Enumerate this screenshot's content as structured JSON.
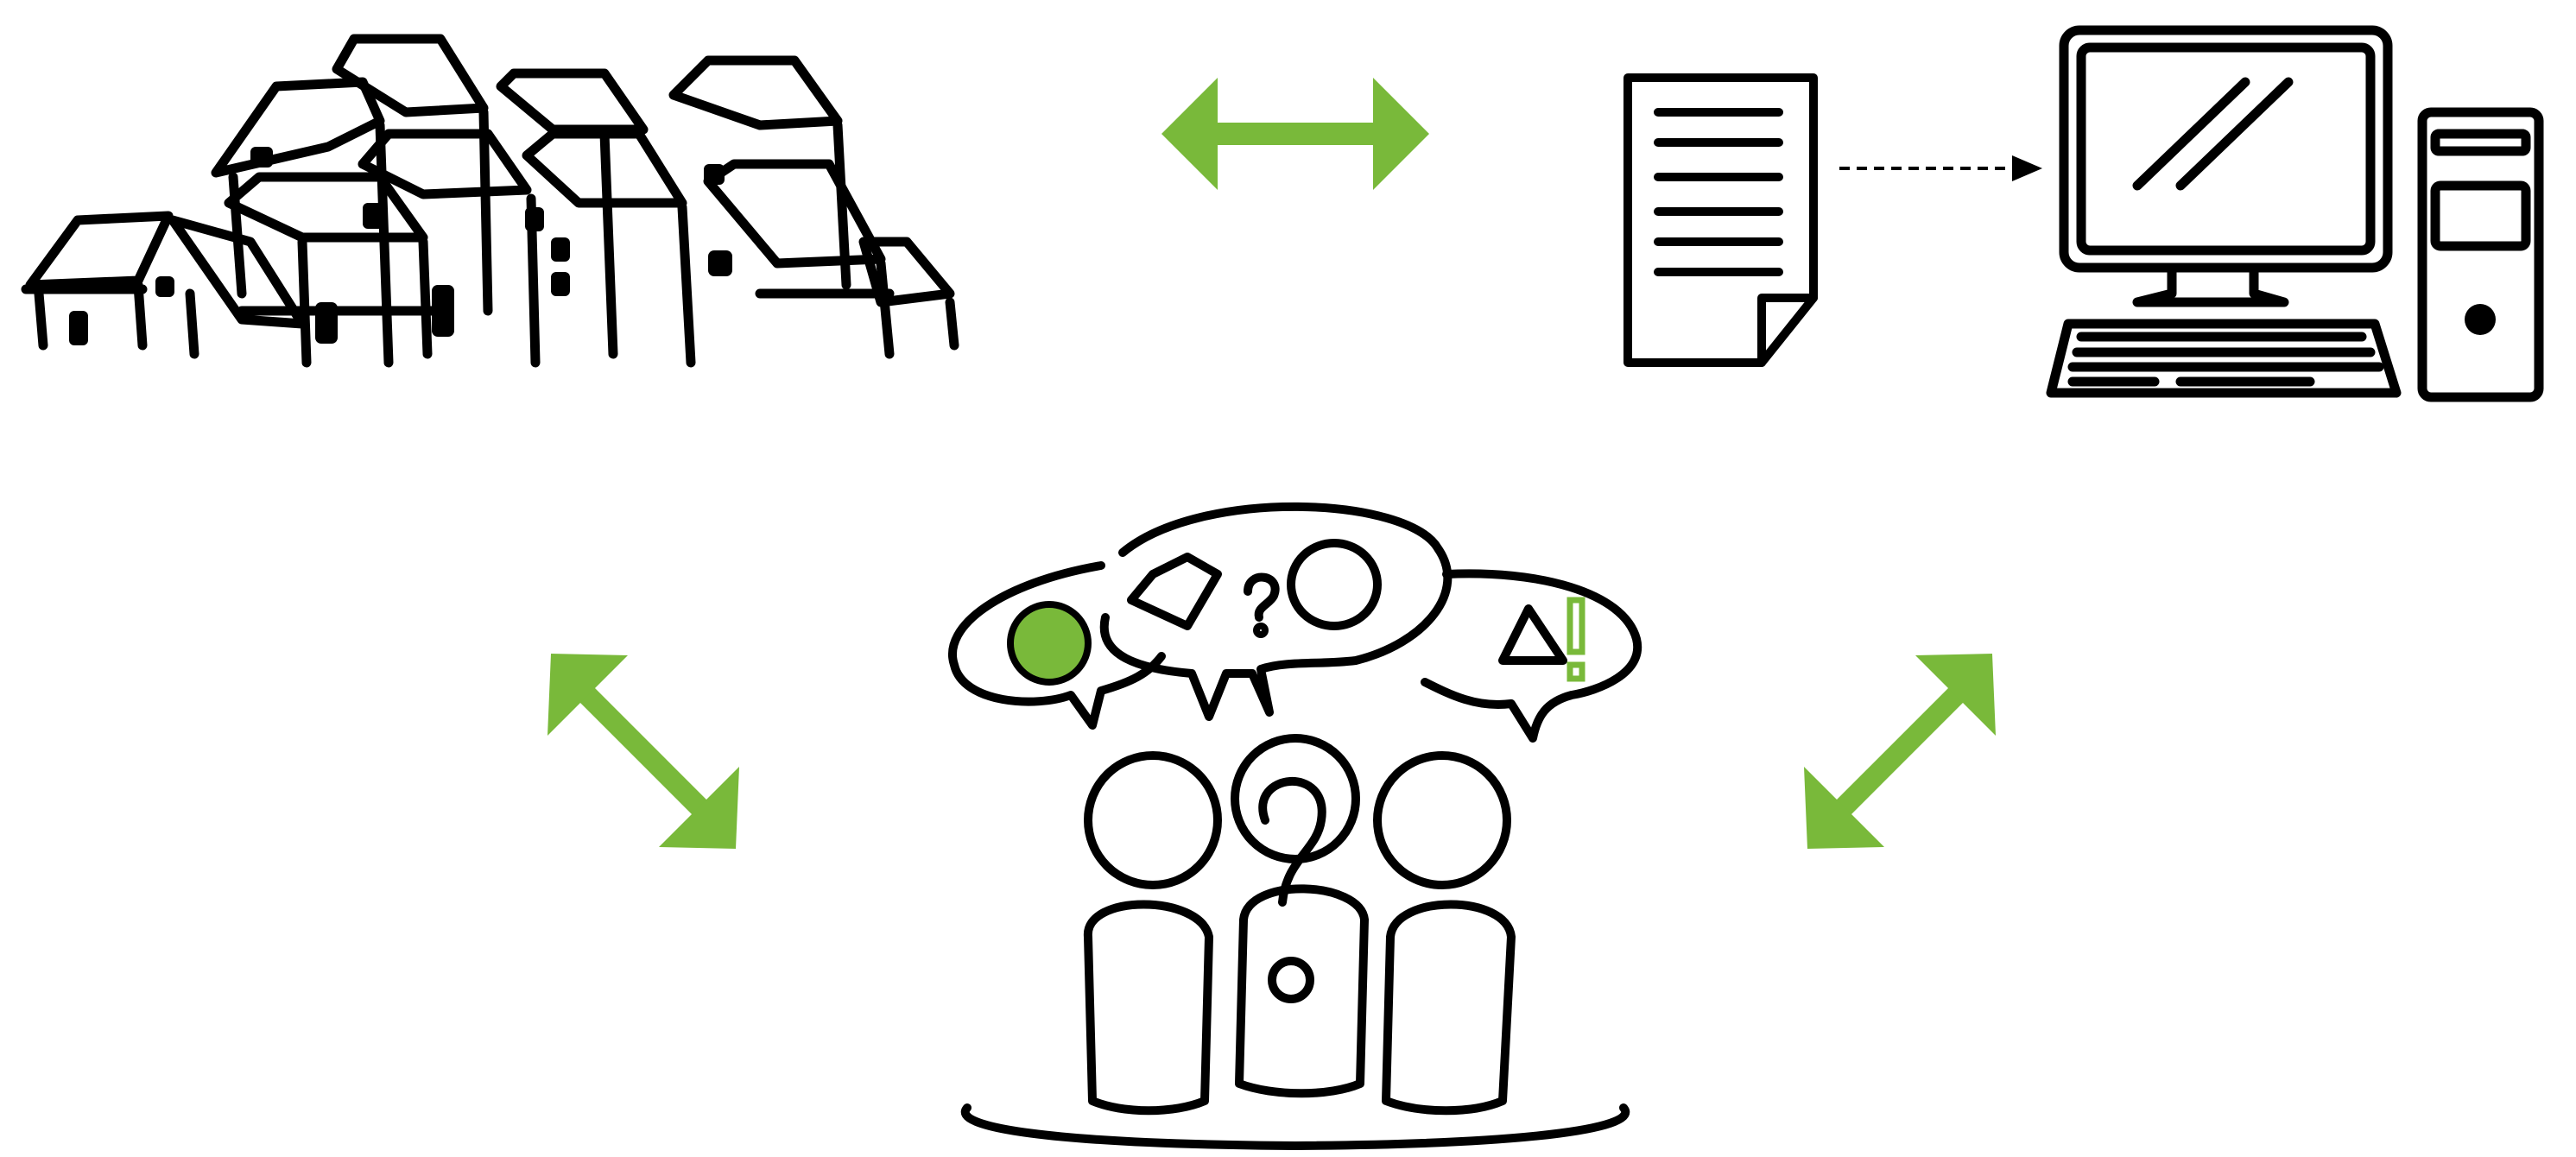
{
  "diagram": {
    "nodes": [
      {
        "id": "settlement",
        "icon": "village-houses-icon"
      },
      {
        "id": "document",
        "icon": "document-icon"
      },
      {
        "id": "computer",
        "icon": "desktop-computer-icon"
      },
      {
        "id": "community",
        "icon": "people-discussion-icon"
      }
    ],
    "edges": [
      {
        "from": "settlement",
        "to": "document",
        "style": "double-arrow",
        "color": "green"
      },
      {
        "from": "document",
        "to": "computer",
        "style": "dashed-arrow",
        "color": "black"
      },
      {
        "from": "settlement",
        "to": "community",
        "style": "double-arrow",
        "color": "green"
      },
      {
        "from": "computer",
        "to": "community",
        "style": "double-arrow",
        "color": "green"
      }
    ]
  },
  "colors": {
    "accent": "#79b93a",
    "ink": "#000000",
    "background": "#ffffff"
  }
}
